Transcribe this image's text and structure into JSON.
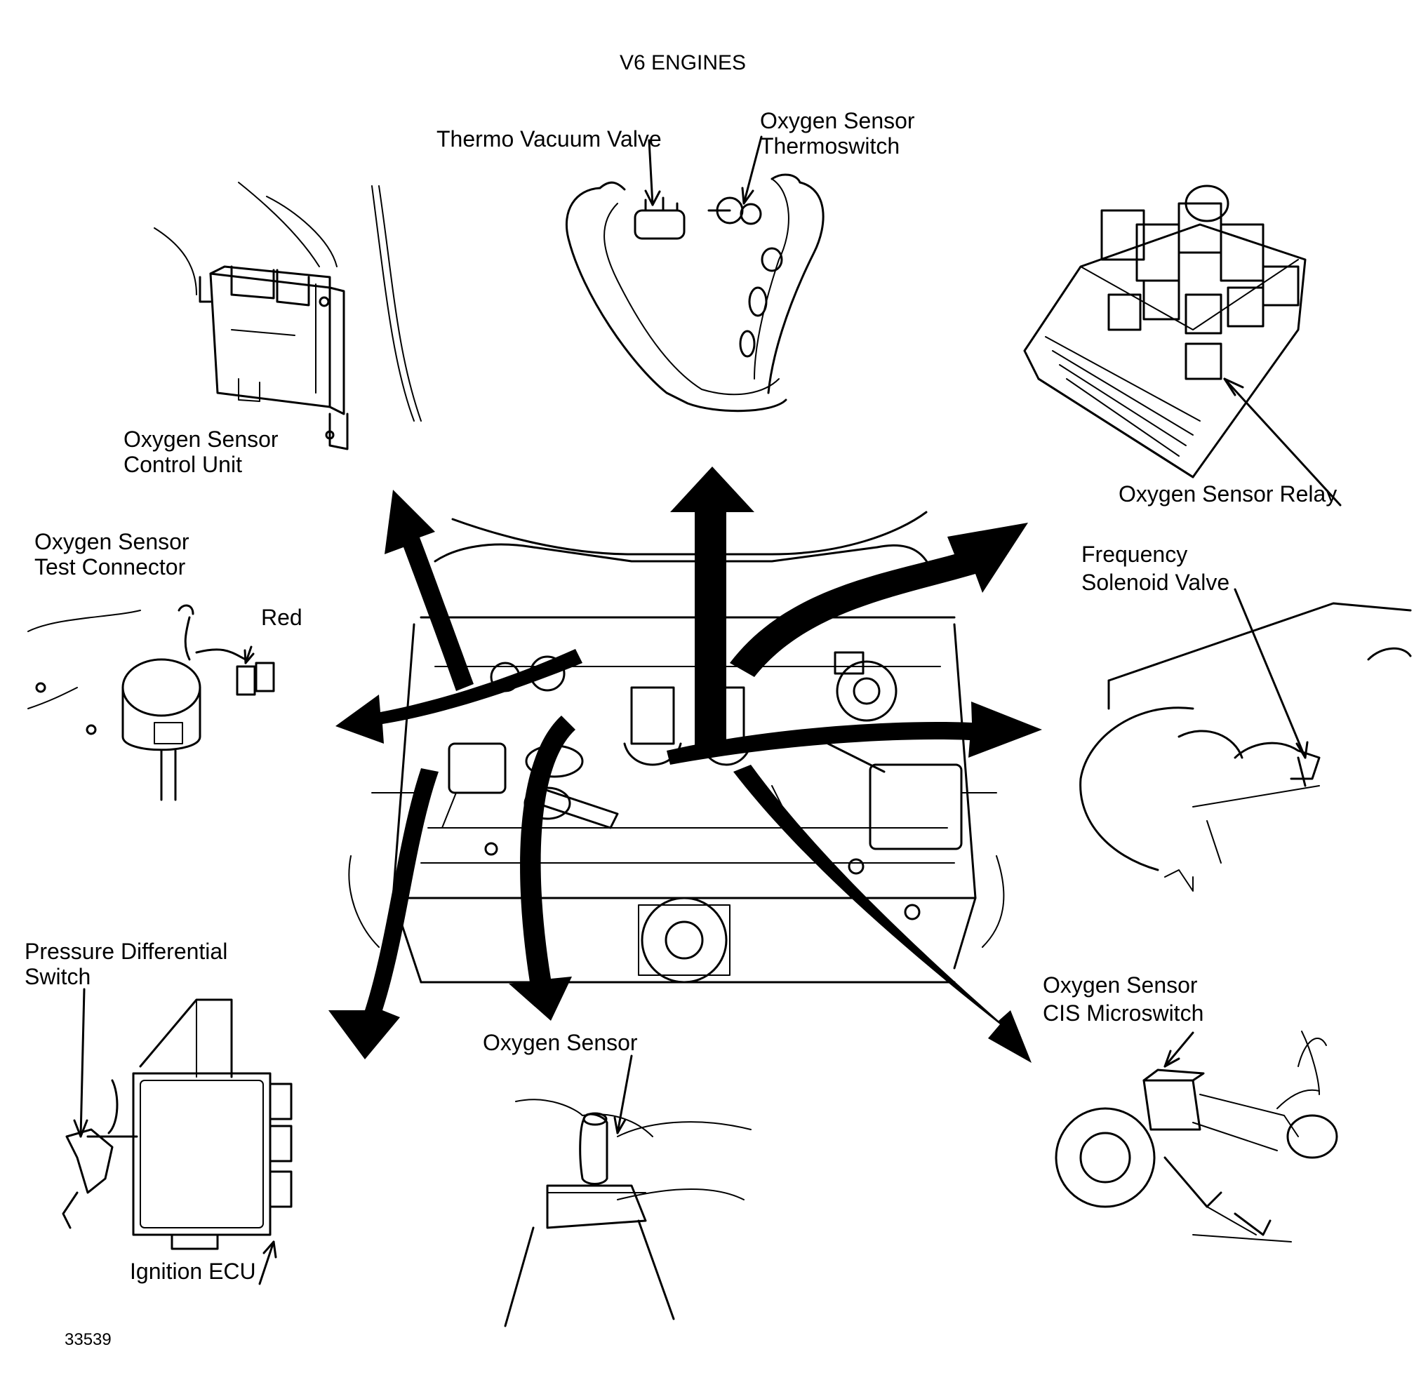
{
  "title": "V6 ENGINES",
  "labels": {
    "thermo_vacuum_valve": "Thermo Vacuum Valve",
    "o2_thermoswitch": [
      "Oxygen Sensor",
      "Thermoswitch"
    ],
    "o2_control_unit": [
      "Oxygen Sensor",
      "Control Unit"
    ],
    "o2_relay": "Oxygen Sensor Relay",
    "o2_test_connector": [
      "Oxygen Sensor",
      "Test Connector"
    ],
    "red": "Red",
    "frequency_valve": [
      "Frequency",
      "Solenoid Valve"
    ],
    "pressure_switch": [
      "Pressure Differential",
      "Switch"
    ],
    "ignition_ecu": "Ignition ECU",
    "o2_sensor": "Oxygen Sensor",
    "cis_microswitch": [
      "Oxygen Sensor",
      "CIS Microswitch"
    ]
  },
  "figure_number": "33539",
  "colors": {
    "ink": "#000000",
    "paper": "#ffffff"
  }
}
